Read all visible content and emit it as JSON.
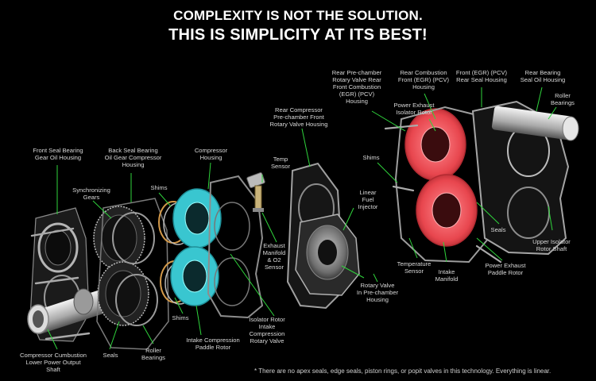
{
  "headline": {
    "line1": "COMPLEXITY IS NOT THE SOLUTION.",
    "line2": "THIS IS SIMPLICITY AT ITS BEST!"
  },
  "labels": {
    "front_seal_bearing": "Front Seal Bearing\nGear Oil Housing",
    "back_seal_bearing": "Back Seal Bearing\nOil Gear Compressor\nHousing",
    "compressor_housing": "Compressor\nHousing",
    "synchronizing_gears": "Synchronizing\nGears",
    "shims_left": "Shims",
    "shims_bottom": "Shims",
    "shims_right": "Shims",
    "rear_compressor_housing": "Rear Compressor\nPre-chamber Front\nRotary Valve Housing",
    "temp_sensor": "Temp\nSensor",
    "linear_fuel_injector": "Linear\nFuel\nInjector",
    "exhaust_manifold": "Exhaust\nManifold\n& O2\nSensor",
    "rear_prechamber": "Rear Pre-chamber\nRotary Valve Rear\nFront Combustion\n(EGR) (PCV)\nHousing",
    "rear_combustion": "Rear Combustion\nFront (EGR) (PCV)\nHousing",
    "front_egr": "Front (EGR) (PCV)\nRear Seal Housing",
    "rear_bearing": "Rear Bearing\nSeal Oil Housing",
    "roller_bearings_right": "Roller\nBearings",
    "power_exhaust_isolator": "Power Exhaust\nIsolator Rotor",
    "seals_right": "Seals",
    "upper_isolator": "Upper Isolator\nRotor Shaft",
    "temperature_sensor": "Temperature\nSensor",
    "intake_manifold": "Intake\nManifold",
    "power_exhaust_paddle": "Power Exhaust\nPaddle Rotor",
    "rotary_valve_prechamber": "Rotary Valve\nIn Pre-chamber\nHousing",
    "isolator_rotor_intake": "Isolator Rotor\nIntake\nCompression\nRotary Valve",
    "intake_compression_paddle": "Intake Compression\nPaddle Rotor",
    "compressor_combustion_shaft": "Compressor Cumbustion\nLower Power Output\nShaft",
    "seals_left": "Seals",
    "roller_bearings_left": "Roller\nBearings"
  },
  "footnote": "* There are no apex seals, edge seals, piston rings, or popit valves in this technology. Everything is linear.",
  "colors": {
    "background": "#000000",
    "leader": "#2fd43c",
    "cyan_rotor": "#39c6d0",
    "red_rotor": "#e8464e",
    "housing": "#6a6a6a"
  }
}
